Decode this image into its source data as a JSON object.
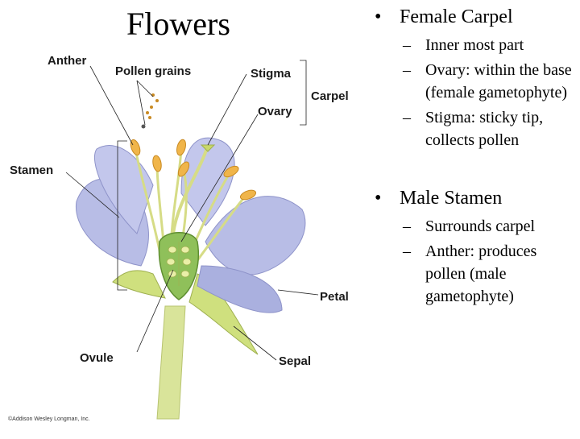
{
  "slide": {
    "title": "Flowers",
    "copyright": "©Addison Wesley Longman, Inc."
  },
  "diagram": {
    "labels": {
      "anther": "Anther",
      "pollen_grains": "Pollen grains",
      "stigma": "Stigma",
      "carpel": "Carpel",
      "ovary": "Ovary",
      "stamen": "Stamen",
      "petal": "Petal",
      "ovule": "Ovule",
      "sepal": "Sepal"
    },
    "colors": {
      "petal": "#b8bde6",
      "petal_dark": "#8e93c9",
      "stem": "#d9e49a",
      "filament": "#e6e8a0",
      "anther": "#f0b54a",
      "ovary": "#8fc05a",
      "ovule": "#e9efa8"
    }
  },
  "bullets": [
    {
      "text": "Female Carpel",
      "sub": [
        "Inner most part",
        "Ovary: within the base (female gametophyte)",
        "Stigma: sticky tip, collects pollen"
      ]
    },
    {
      "text": "Male Stamen",
      "sub": [
        "Surrounds carpel",
        "Anther: produces pollen (male gametophyte)"
      ]
    }
  ]
}
